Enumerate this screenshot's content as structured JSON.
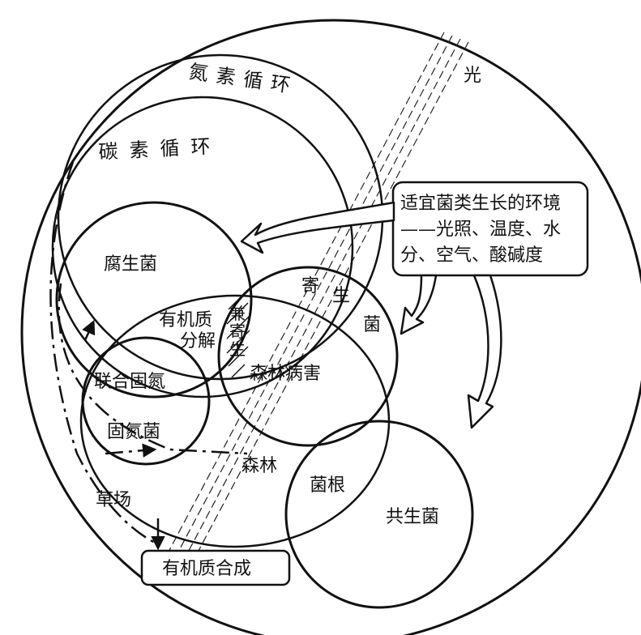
{
  "labels": {
    "nitrogen_cycle": "氮素循环",
    "carbon_cycle": "碳素循环",
    "light": "光",
    "env_line1": "适宜菌类生长的环境",
    "env_line2": "——光照、温度、水",
    "env_line3": "分、空气、酸碱度",
    "saprophytic": "腐生菌",
    "parasitic_1": "寄",
    "parasitic_2": "生",
    "parasitic_3": "菌",
    "decomposition_1": "有机质",
    "decomposition_2": "分解",
    "facultative_1": "兼",
    "facultative_2": "寄",
    "facultative_3": "生",
    "forest_disease": "森林病害",
    "associative_fixation": "联合固氮",
    "nitrogen_fixers": "固氮菌",
    "forest": "森林",
    "grassland": "草场",
    "mycorrhiza": "菌根",
    "symbiotic": "共生菌",
    "synthesis": "有机质合成"
  }
}
